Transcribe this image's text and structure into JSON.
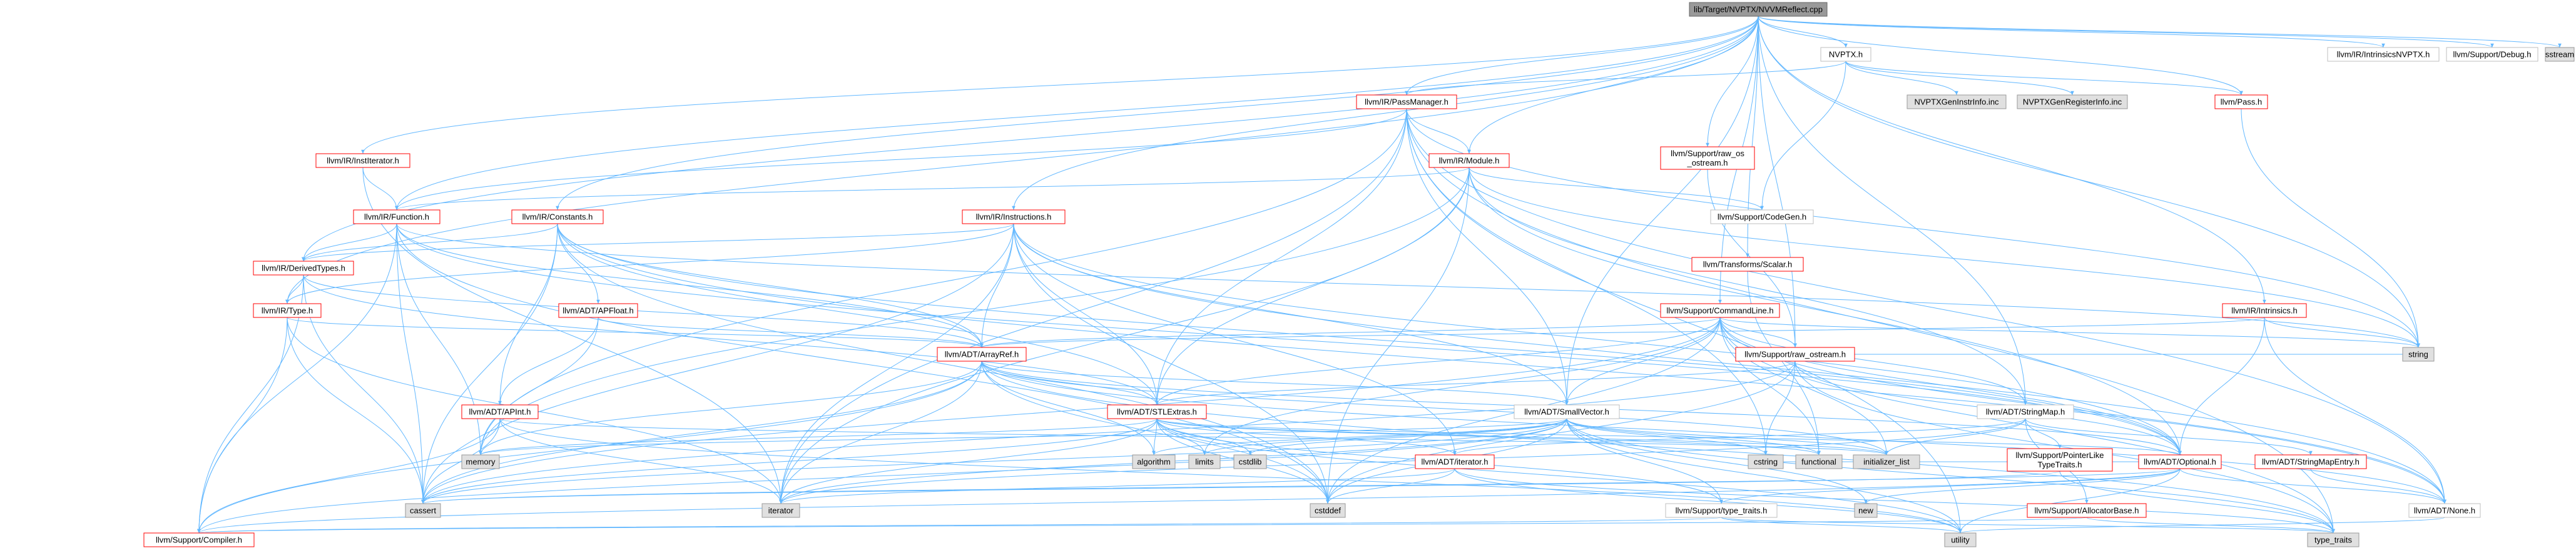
{
  "title": "lib/Target/NVPTX/NVVMReflect.cpp",
  "colors": {
    "root_fill": "#999999",
    "file_border_red": "#ff0000",
    "file_border_gray": "#bfbfbf",
    "system_fill": "#e0e0e0",
    "edge": "#63b8ff",
    "text": "#000000"
  },
  "nodes": {
    "root": {
      "label": "lib/Target/NVPTX/NVVMReflect.cpp",
      "kind": "root"
    },
    "nvptx_h": {
      "label": "NVPTX.h",
      "kind": "plain"
    },
    "intrin_nvptx": {
      "label": "llvm/IR/IntrinsicsNVPTX.h",
      "kind": "plain"
    },
    "debug_h": {
      "label": "llvm/Support/Debug.h",
      "kind": "plain"
    },
    "sstream": {
      "label": "sstream",
      "kind": "system"
    },
    "passmanager": {
      "label": "llvm/IR/PassManager.h",
      "kind": "red"
    },
    "gen_instr": {
      "label": "NVPTXGenInstrInfo.inc",
      "kind": "system"
    },
    "gen_reg": {
      "label": "NVPTXGenRegisterInfo.inc",
      "kind": "system"
    },
    "pass_h": {
      "label": "llvm/Pass.h",
      "kind": "red"
    },
    "institerator": {
      "label": "llvm/IR/InstIterator.h",
      "kind": "red"
    },
    "module_h": {
      "label": "llvm/IR/Module.h",
      "kind": "red"
    },
    "raw_os_ostream": {
      "label": "llvm/Support/raw_os\n_ostream.h",
      "kind": "red"
    },
    "function_h": {
      "label": "llvm/IR/Function.h",
      "kind": "red"
    },
    "constants_h": {
      "label": "llvm/IR/Constants.h",
      "kind": "red"
    },
    "instructions_h": {
      "label": "llvm/IR/Instructions.h",
      "kind": "red"
    },
    "codegen_h": {
      "label": "llvm/Support/CodeGen.h",
      "kind": "plain"
    },
    "scalar_h": {
      "label": "llvm/Transforms/Scalar.h",
      "kind": "red"
    },
    "derivedtypes": {
      "label": "llvm/IR/DerivedTypes.h",
      "kind": "red"
    },
    "apfloat": {
      "label": "llvm/ADT/APFloat.h",
      "kind": "red"
    },
    "commandline": {
      "label": "llvm/Support/CommandLine.h",
      "kind": "red"
    },
    "intrinsics_h": {
      "label": "llvm/IR/Intrinsics.h",
      "kind": "red"
    },
    "type_h": {
      "label": "llvm/IR/Type.h",
      "kind": "red"
    },
    "arrayref": {
      "label": "llvm/ADT/ArrayRef.h",
      "kind": "red"
    },
    "raw_ostream": {
      "label": "llvm/Support/raw_ostream.h",
      "kind": "red"
    },
    "string": {
      "label": "string",
      "kind": "system"
    },
    "apint": {
      "label": "llvm/ADT/APInt.h",
      "kind": "red"
    },
    "stlextras": {
      "label": "llvm/ADT/STLExtras.h",
      "kind": "red"
    },
    "smallvector": {
      "label": "llvm/ADT/SmallVector.h",
      "kind": "plain"
    },
    "stringmap": {
      "label": "llvm/ADT/StringMap.h",
      "kind": "plain"
    },
    "memory": {
      "label": "memory",
      "kind": "system"
    },
    "algorithm": {
      "label": "algorithm",
      "kind": "system"
    },
    "limits": {
      "label": "limits",
      "kind": "system"
    },
    "cstdlib": {
      "label": "cstdlib",
      "kind": "system"
    },
    "cstring": {
      "label": "cstring",
      "kind": "system"
    },
    "functional": {
      "label": "functional",
      "kind": "system"
    },
    "initializer_list": {
      "label": "initializer_list",
      "kind": "system"
    },
    "adt_iterator": {
      "label": "llvm/ADT/iterator.h",
      "kind": "red"
    },
    "pointerlike": {
      "label": "llvm/Support/PointerLike\nTypeTraits.h",
      "kind": "red"
    },
    "optional": {
      "label": "llvm/ADT/Optional.h",
      "kind": "red"
    },
    "stringmapentry": {
      "label": "llvm/ADT/StringMapEntry.h",
      "kind": "red"
    },
    "cassert": {
      "label": "cassert",
      "kind": "system"
    },
    "iterator": {
      "label": "iterator",
      "kind": "system"
    },
    "cstddef": {
      "label": "cstddef",
      "kind": "system"
    },
    "new": {
      "label": "new",
      "kind": "system"
    },
    "type_traits_h": {
      "label": "llvm/Support/type_traits.h",
      "kind": "plain"
    },
    "allocatorbase": {
      "label": "llvm/Support/AllocatorBase.h",
      "kind": "red"
    },
    "adt_none": {
      "label": "llvm/ADT/None.h",
      "kind": "plain"
    },
    "compiler_h": {
      "label": "llvm/Support/Compiler.h",
      "kind": "red"
    },
    "utility": {
      "label": "utility",
      "kind": "system"
    },
    "type_traits": {
      "label": "type_traits",
      "kind": "system"
    }
  },
  "edges": [
    [
      "root",
      "nvptx_h"
    ],
    [
      "root",
      "intrin_nvptx"
    ],
    [
      "root",
      "debug_h"
    ],
    [
      "root",
      "sstream"
    ],
    [
      "root",
      "passmanager"
    ],
    [
      "root",
      "pass_h"
    ],
    [
      "root",
      "institerator"
    ],
    [
      "root",
      "module_h"
    ],
    [
      "root",
      "raw_os_ostream"
    ],
    [
      "root",
      "constants_h"
    ],
    [
      "root",
      "instructions_h"
    ],
    [
      "root",
      "scalar_h"
    ],
    [
      "root",
      "derivedtypes"
    ],
    [
      "root",
      "commandline"
    ],
    [
      "root",
      "intrinsics_h"
    ],
    [
      "root",
      "type_h"
    ],
    [
      "root",
      "raw_ostream"
    ],
    [
      "root",
      "string"
    ],
    [
      "root",
      "smallvector"
    ],
    [
      "root",
      "stringmap"
    ],
    [
      "root",
      "function_h"
    ],
    [
      "nvptx_h",
      "passmanager"
    ],
    [
      "nvptx_h",
      "gen_instr"
    ],
    [
      "nvptx_h",
      "gen_reg"
    ],
    [
      "nvptx_h",
      "pass_h"
    ],
    [
      "nvptx_h",
      "codegen_h"
    ],
    [
      "pass_h",
      "string"
    ],
    [
      "passmanager",
      "module_h"
    ],
    [
      "passmanager",
      "function_h"
    ],
    [
      "passmanager",
      "stlextras"
    ],
    [
      "passmanager",
      "smallvector"
    ],
    [
      "passmanager",
      "memory"
    ],
    [
      "passmanager",
      "type_traits"
    ],
    [
      "passmanager",
      "cstring"
    ],
    [
      "passmanager",
      "iterator"
    ],
    [
      "passmanager",
      "string"
    ],
    [
      "passmanager",
      "utility"
    ],
    [
      "passmanager",
      "adt_none"
    ],
    [
      "institerator",
      "function_h"
    ],
    [
      "institerator",
      "iterator"
    ],
    [
      "module_h",
      "function_h"
    ],
    [
      "module_h",
      "codegen_h"
    ],
    [
      "module_h",
      "stlextras"
    ],
    [
      "module_h",
      "stringmap"
    ],
    [
      "module_h",
      "optional"
    ],
    [
      "module_h",
      "cstddef"
    ],
    [
      "module_h",
      "iterator"
    ],
    [
      "module_h",
      "memory"
    ],
    [
      "module_h",
      "string"
    ],
    [
      "raw_os_ostream",
      "raw_ostream"
    ],
    [
      "function_h",
      "derivedtypes"
    ],
    [
      "function_h",
      "compiler_h"
    ],
    [
      "function_h",
      "cassert"
    ],
    [
      "function_h",
      "cstddef"
    ],
    [
      "function_h",
      "memory"
    ],
    [
      "function_h",
      "string"
    ],
    [
      "function_h",
      "optional"
    ],
    [
      "function_h",
      "arrayref"
    ],
    [
      "constants_h",
      "apfloat"
    ],
    [
      "constants_h",
      "apint"
    ],
    [
      "constants_h",
      "arrayref"
    ],
    [
      "constants_h",
      "stlextras"
    ],
    [
      "constants_h",
      "derivedtypes"
    ],
    [
      "constants_h",
      "optional"
    ],
    [
      "constants_h",
      "cassert"
    ],
    [
      "constants_h",
      "cstddef"
    ],
    [
      "constants_h",
      "cstdint"
    ],
    [
      "constants_h",
      "adt_none"
    ],
    [
      "instructions_h",
      "arrayref"
    ],
    [
      "instructions_h",
      "stlextras"
    ],
    [
      "instructions_h",
      "smallvector"
    ],
    [
      "instructions_h",
      "adt_iterator"
    ],
    [
      "instructions_h",
      "derivedtypes"
    ],
    [
      "instructions_h",
      "type_h"
    ],
    [
      "instructions_h",
      "cassert"
    ],
    [
      "instructions_h",
      "cstddef"
    ],
    [
      "instructions_h",
      "iterator"
    ],
    [
      "instructions_h",
      "optional"
    ],
    [
      "instructions_h",
      "adt_none"
    ],
    [
      "scalar_h",
      "functional"
    ],
    [
      "derivedtypes",
      "type_h"
    ],
    [
      "derivedtypes",
      "arrayref"
    ],
    [
      "derivedtypes",
      "stlextras"
    ],
    [
      "derivedtypes",
      "compiler_h"
    ],
    [
      "derivedtypes",
      "cassert"
    ],
    [
      "apfloat",
      "apint"
    ],
    [
      "apfloat",
      "arrayref"
    ],
    [
      "apfloat",
      "memory"
    ],
    [
      "commandline",
      "arrayref"
    ],
    [
      "commandline",
      "stlextras"
    ],
    [
      "commandline",
      "smallvector"
    ],
    [
      "commandline",
      "stringmap"
    ],
    [
      "commandline",
      "optional"
    ],
    [
      "commandline",
      "raw_ostream"
    ],
    [
      "commandline",
      "cassert"
    ],
    [
      "commandline",
      "functional"
    ],
    [
      "commandline",
      "initializer_list"
    ],
    [
      "commandline",
      "limits"
    ],
    [
      "commandline",
      "string"
    ],
    [
      "commandline",
      "type_traits"
    ],
    [
      "commandline",
      "cstddef"
    ],
    [
      "commandline",
      "adt_none"
    ],
    [
      "intrinsics_h",
      "arrayref"
    ],
    [
      "intrinsics_h",
      "optional"
    ],
    [
      "intrinsics_h",
      "string"
    ],
    [
      "intrinsics_h",
      "adt_none"
    ],
    [
      "type_h",
      "arrayref"
    ],
    [
      "type_h",
      "compiler_h"
    ],
    [
      "type_h",
      "cassert"
    ],
    [
      "type_h",
      "iterator"
    ],
    [
      "type_h",
      "cstdint"
    ],
    [
      "arrayref",
      "stlextras"
    ],
    [
      "arrayref",
      "smallvector"
    ],
    [
      "arrayref",
      "compiler_h"
    ],
    [
      "arrayref",
      "algorithm"
    ],
    [
      "arrayref",
      "array"
    ],
    [
      "arrayref",
      "cassert"
    ],
    [
      "arrayref",
      "cstddef"
    ],
    [
      "arrayref",
      "initializer_list"
    ],
    [
      "arrayref",
      "iterator"
    ],
    [
      "arrayref",
      "memory"
    ],
    [
      "arrayref",
      "type_traits"
    ],
    [
      "arrayref",
      "vector"
    ],
    [
      "arrayref",
      "optional"
    ],
    [
      "arrayref",
      "adt_none"
    ],
    [
      "raw_ostream",
      "stlextras"
    ],
    [
      "raw_ostream",
      "cassert"
    ],
    [
      "raw_ostream",
      "cstddef"
    ],
    [
      "raw_ostream",
      "cstring"
    ],
    [
      "raw_ostream",
      "string"
    ],
    [
      "raw_ostream",
      "type_traits"
    ],
    [
      "raw_ostream",
      "optional"
    ],
    [
      "apint",
      "compiler_h"
    ],
    [
      "apint",
      "cassert"
    ],
    [
      "apint",
      "initializer_list"
    ],
    [
      "apint",
      "utility"
    ],
    [
      "apint",
      "iterator"
    ],
    [
      "stlextras",
      "adt_iterator"
    ],
    [
      "stlextras",
      "type_traits_h"
    ],
    [
      "stlextras",
      "algorithm"
    ],
    [
      "stlextras",
      "cassert"
    ],
    [
      "stlextras",
      "cstddef"
    ],
    [
      "stlextras",
      "cstdlib"
    ],
    [
      "stlextras",
      "functional"
    ],
    [
      "stlextras",
      "initializer_list"
    ],
    [
      "stlextras",
      "iterator"
    ],
    [
      "stlextras",
      "limits"
    ],
    [
      "stlextras",
      "memory"
    ],
    [
      "stlextras",
      "utility"
    ],
    [
      "stlextras",
      "optional"
    ],
    [
      "smallvector",
      "compiler_h"
    ],
    [
      "smallvector",
      "type_traits_h"
    ],
    [
      "smallvector",
      "algorithm"
    ],
    [
      "smallvector",
      "cassert"
    ],
    [
      "smallvector",
      "cstddef"
    ],
    [
      "smallvector",
      "cstdlib"
    ],
    [
      "smallvector",
      "cstring"
    ],
    [
      "smallvector",
      "functional"
    ],
    [
      "smallvector",
      "initializer_list"
    ],
    [
      "smallvector",
      "iterator"
    ],
    [
      "smallvector",
      "limits"
    ],
    [
      "smallvector",
      "memory"
    ],
    [
      "smallvector",
      "new"
    ],
    [
      "smallvector",
      "type_traits"
    ],
    [
      "smallvector",
      "utility"
    ],
    [
      "stringmap",
      "stringmapentry"
    ],
    [
      "stringmap",
      "adt_iterator"
    ],
    [
      "stringmap",
      "allocatorbase"
    ],
    [
      "stringmap",
      "pointerlike"
    ],
    [
      "stringmap",
      "initializer_list"
    ],
    [
      "stringmap",
      "iterator"
    ],
    [
      "adt_iterator",
      "cstddef"
    ],
    [
      "adt_iterator",
      "iterator"
    ],
    [
      "adt_iterator",
      "type_traits"
    ],
    [
      "adt_iterator",
      "utility"
    ],
    [
      "pointerlike",
      "cassert"
    ],
    [
      "pointerlike",
      "cstdint"
    ],
    [
      "pointerlike",
      "type_traits"
    ],
    [
      "optional",
      "adt_none"
    ],
    [
      "optional",
      "compiler_h"
    ],
    [
      "optional",
      "type_traits_h"
    ],
    [
      "optional",
      "cassert"
    ],
    [
      "optional",
      "cstring"
    ],
    [
      "optional",
      "new"
    ],
    [
      "optional",
      "utility"
    ],
    [
      "stringmapentry",
      "adt_none"
    ],
    [
      "type_traits_h",
      "compiler_h"
    ],
    [
      "type_traits_h",
      "type_traits"
    ],
    [
      "type_traits_h",
      "utility"
    ],
    [
      "allocatorbase",
      "compiler_h"
    ],
    [
      "allocatorbase",
      "type_traits"
    ],
    [
      "adt_none",
      "utility"
    ]
  ]
}
